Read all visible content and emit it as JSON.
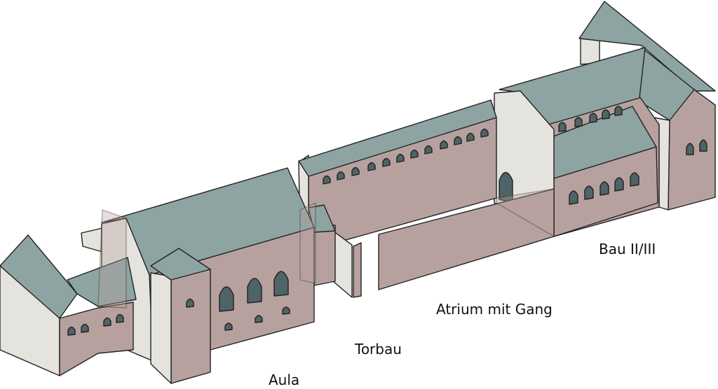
{
  "labels": {
    "bau": "Bau II/III",
    "atrium": "Atrium mit Gang",
    "torbau": "Torbau",
    "aula": "Aula"
  },
  "colors": {
    "roof": "#8ea4a2",
    "wall": "#b7a19f",
    "gable": "#e5e3de",
    "window": "#4e6466",
    "outline": "#222222",
    "background": "#ffffff"
  }
}
